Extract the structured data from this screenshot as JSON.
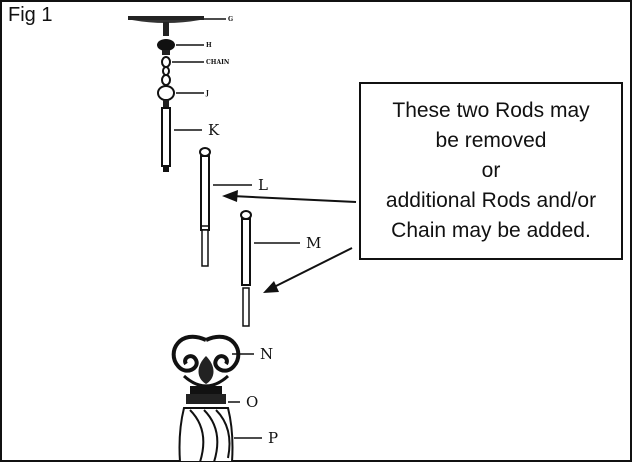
{
  "figure": {
    "label": "Fig  1"
  },
  "top_labels": {
    "g": "G",
    "h": "H",
    "chain": "CHAIN",
    "j": "J"
  },
  "parts": {
    "k": "K",
    "l": "L",
    "m": "M",
    "n": "N",
    "o": "O",
    "p": "P"
  },
  "note": {
    "lines": [
      "These two Rods may",
      "be removed",
      "or",
      "additional Rods and/or",
      "Chain may be added."
    ]
  }
}
